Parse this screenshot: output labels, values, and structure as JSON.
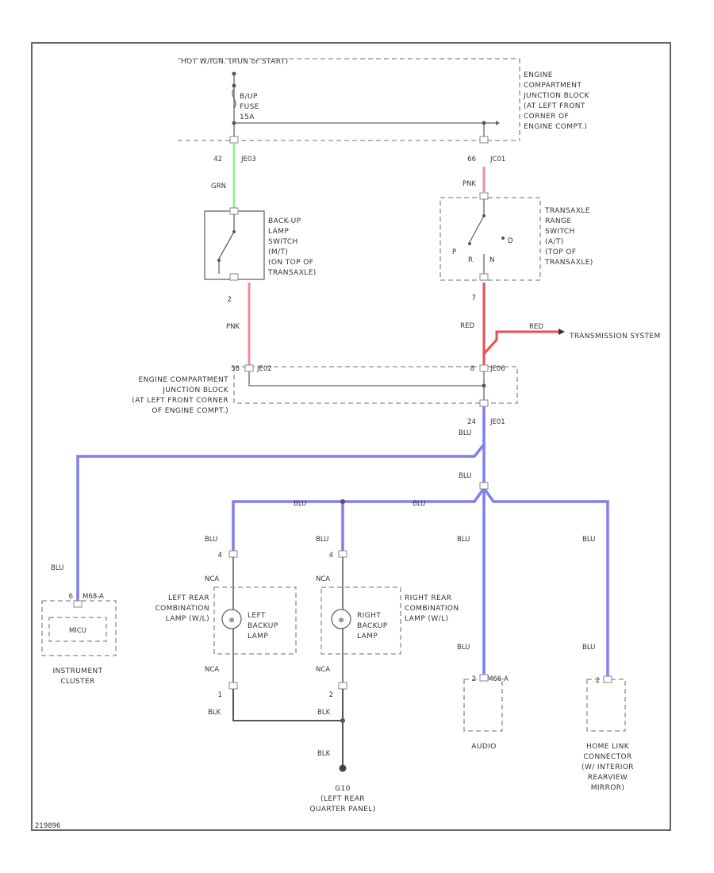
{
  "colors": {
    "wire_blue": "#7f7ff2",
    "wire_pink": "#f28c9b",
    "wire_red": "#ee4d4d",
    "wire_green": "#9fe59f",
    "wire_black": "#555555",
    "frame": "#666666"
  },
  "power": {
    "source_label": "HOT W/IGN. (RUN or START)",
    "fuse_label": [
      "B/UP",
      "FUSE",
      "15A"
    ]
  },
  "junction_top": {
    "label": [
      "ENGINE",
      "COMPARTMENT",
      "JUNCTION BLOCK",
      "(AT LEFT FRONT",
      "CORNER OF",
      "ENGINE COMPT.)"
    ]
  },
  "backup_switch": {
    "pin_in": "42",
    "conn_in": "JE03",
    "wire_in": "GRN",
    "label": [
      "BACK-UP",
      "LAMP",
      "SWITCH",
      "(M/T)",
      "(ON TOP OF",
      "TRANSAXLE)"
    ],
    "pin_out": "2",
    "wire_out": "PNK"
  },
  "range_switch": {
    "pin_in": "66",
    "conn_in": "JC01",
    "wire_in": "PNK",
    "label": [
      "TRANSAXLE",
      "RANGE",
      "SWITCH",
      "(A/T)",
      "(TOP OF",
      "TRANSAXLE)"
    ],
    "positions": [
      "P",
      "R",
      "N",
      "D"
    ],
    "pin_out": "7",
    "wire_out": "RED"
  },
  "transmission": {
    "wire": "RED",
    "label": "TRANSMISSION SYSTEM"
  },
  "junction_mid": {
    "label": [
      "ENGINE COMPARTMENT",
      "JUNCTION BLOCK",
      "(AT LEFT FRONT CORNER",
      "OF ENGINE COMPT.)"
    ],
    "pin_left": "58",
    "conn_left": "JE02",
    "pin_right": "8",
    "conn_right": "JE06",
    "pin_out": "24",
    "conn_out": "JE01",
    "wire_out": "BLU"
  },
  "wires": {
    "blu": "BLU",
    "nca": "NCA",
    "blk": "BLK"
  },
  "instrument_cluster": {
    "pin": "6",
    "conn": "M68-A",
    "inner": "MICU",
    "label": [
      "INSTRUMENT",
      "CLUSTER"
    ]
  },
  "left_lamp": {
    "pin_top": "4",
    "pin_bot": "1",
    "label": [
      "LEFT REAR",
      "COMBINATION",
      "LAMP (W/L)"
    ],
    "bulb_label": [
      "LEFT",
      "BACKUP",
      "LAMP"
    ]
  },
  "right_lamp": {
    "pin_top": "4",
    "pin_bot": "2",
    "label": [
      "RIGHT REAR",
      "COMBINATION",
      "LAMP (W/L)"
    ],
    "bulb_label": [
      "RIGHT",
      "BACKUP",
      "LAMP"
    ]
  },
  "audio": {
    "pin": "2",
    "conn": "M66-A",
    "label": "AUDIO"
  },
  "homelink": {
    "pin": "2",
    "label": [
      "HOME LINK",
      "CONNECTOR",
      "(W/ INTERIOR",
      "REARVIEW",
      "MIRROR)"
    ]
  },
  "ground": {
    "id": "G10",
    "label": [
      "(LEFT REAR",
      "QUARTER PANEL)"
    ]
  },
  "footer": {
    "code": "219896"
  }
}
